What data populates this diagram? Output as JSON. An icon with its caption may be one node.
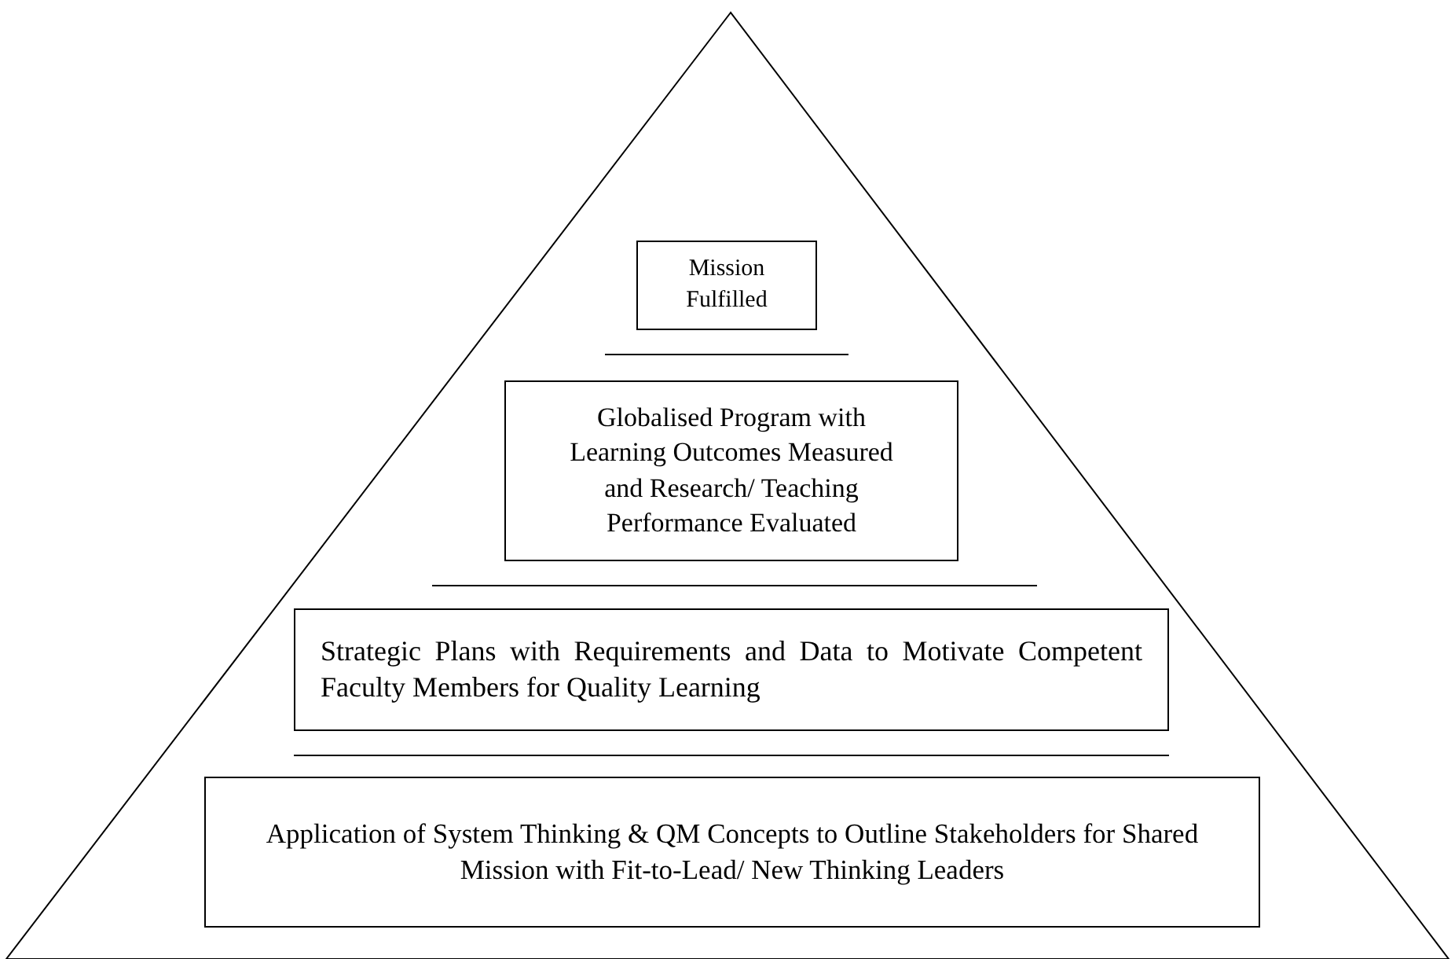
{
  "diagram": {
    "nodes": [
      {
        "text": [
          "Mission Fulfilled"
        ]
      },
      {
        "text": [
          "Globalised Program with Learning Outcomes Measured and Research/ Teaching Performance Evaluated"
        ]
      },
      {
        "text": [
          "Strategic Plans with Requirements and Data to Motivate Competent Faculty Members for Quality Learning"
        ]
      },
      {
        "text": [
          "Application of System Thinking & QM Concepts to Outline Stakeholders for Shared Mission with Fit-to-Lead/ New Thinking Leaders"
        ]
      }
    ]
  }
}
